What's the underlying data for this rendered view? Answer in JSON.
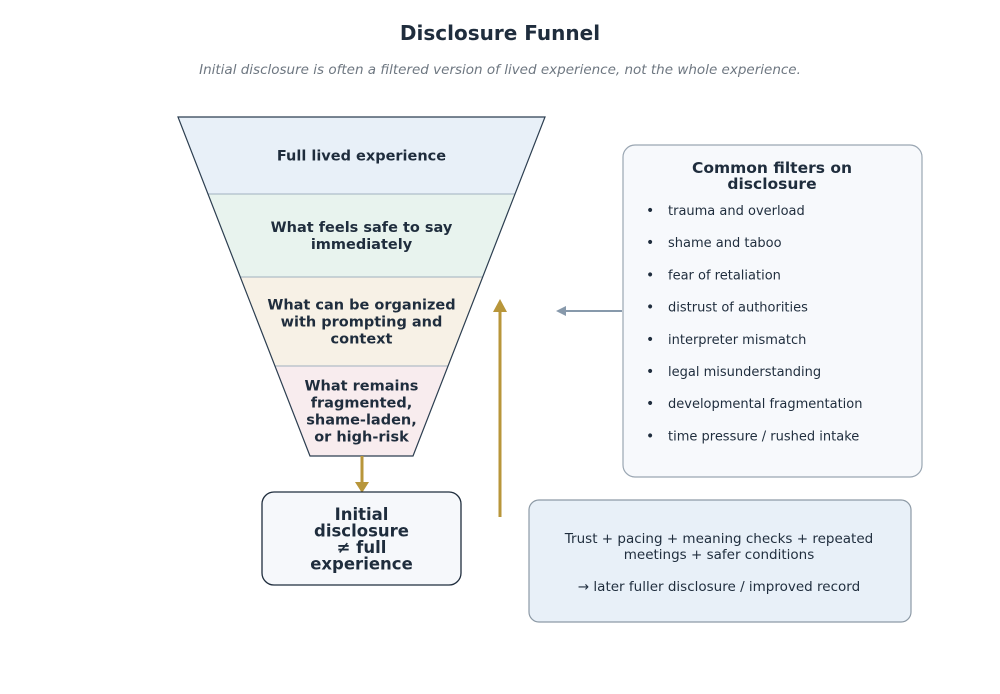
{
  "title": "Disclosure Funnel",
  "subtitle": "Initial disclosure is often a filtered version of lived experience, not the whole experience.",
  "funnel": {
    "stages": [
      {
        "lines": [
          "Full lived experience"
        ],
        "color": "#e8f0f8"
      },
      {
        "lines": [
          "What feels safe to say",
          "immediately"
        ],
        "color": "#e8f3ee"
      },
      {
        "lines": [
          "What can be organized",
          "with prompting and",
          "context"
        ],
        "color": "#f7f1e6"
      },
      {
        "lines": [
          "What remains",
          "fragmented,",
          "shame-laden,",
          "or high-risk"
        ],
        "color": "#f8ecee"
      }
    ],
    "outline_color": "#2c3e50",
    "divider_color": "#9fb0bf"
  },
  "result": {
    "lines": [
      "Initial",
      "disclosure",
      "≠ full",
      "experience"
    ],
    "fill": "#f6f8fb",
    "stroke": "#1f2d3d"
  },
  "filters": {
    "title_lines": [
      "Common filters on",
      "disclosure"
    ],
    "items": [
      "trauma and overload",
      "shame and taboo",
      "fear of retaliation",
      "distrust of authorities",
      "interpreter mismatch",
      "legal misunderstanding",
      "developmental fragmentation",
      "time pressure / rushed intake"
    ],
    "fill": "#f7f9fc",
    "stroke": "#9aa6b2"
  },
  "process": {
    "lines": [
      "Trust + pacing + meaning checks + repeated",
      "meetings + safer conditions"
    ],
    "outcome": "→ later fuller disclosure / improved record",
    "fill": "#e8f0f8",
    "stroke": "#8d9aa6"
  },
  "colors": {
    "gold_arrow": "#b8963a",
    "grey_arrow": "#8799ab",
    "text": "#1f2d3d",
    "subtitle": "#6e7781"
  }
}
